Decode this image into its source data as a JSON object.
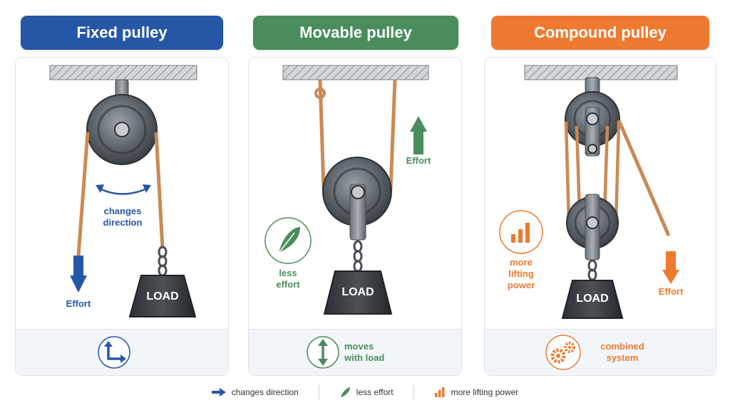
{
  "panels": [
    {
      "title": "Fixed pulley",
      "color": "#2557a6",
      "effort": "Effort",
      "annotation": "changes\ndirection",
      "load": "LOAD",
      "footer_icon": "direction-change-arrow-icon"
    },
    {
      "title": "Movable pulley",
      "color": "#4a8d5c",
      "effort": "Effort",
      "annotation": "less\neffort",
      "load": "LOAD",
      "footer_text": "moves\nwith load",
      "footer_icon": "up-down-arrow-icon"
    },
    {
      "title": "Compound pulley",
      "color": "#ee7a30",
      "effort": "Effort",
      "annotation": "more\nlifting\npower",
      "load": "LOAD",
      "footer_text": "combined\nsystem",
      "footer_icon": "gears-icon"
    }
  ],
  "legend": [
    {
      "icon": "blue-arrow-icon",
      "label": "changes direction"
    },
    {
      "icon": "feather-icon",
      "label": "less effort"
    },
    {
      "icon": "bar-chart-icon",
      "label": "more lifting power"
    }
  ]
}
